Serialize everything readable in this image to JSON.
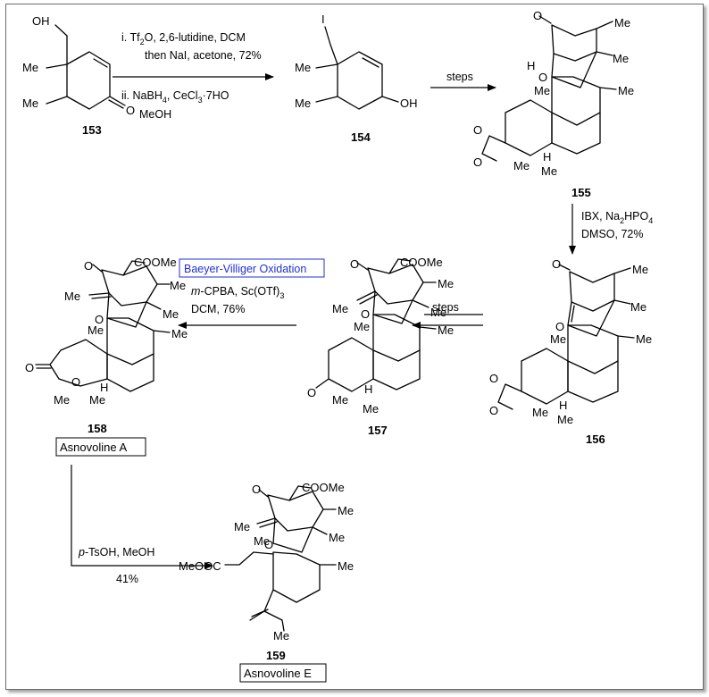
{
  "compounds": {
    "c153": {
      "label": "153"
    },
    "c154": {
      "label": "154"
    },
    "c155": {
      "label": "155"
    },
    "c156": {
      "label": "156"
    },
    "c157": {
      "label": "157"
    },
    "c158": {
      "label": "158",
      "name": "Asnovoline A"
    },
    "c159": {
      "label": "159",
      "name": "Asnovoline E"
    }
  },
  "atoms": {
    "oh": "OH",
    "o": "O",
    "me": "Me",
    "h": "H",
    "iodo": "I",
    "oh_right": "OH",
    "coome": "COOMe",
    "meooc": "MeOOC"
  },
  "reactions": {
    "r1": {
      "line1": "i. Tf",
      "line1_sub": "2",
      "line1_tail": "O, 2,6-lutidine, DCM",
      "line2": "then NaI, acetone, 72%",
      "line3": "ii. NaBH",
      "line3_sub": "4",
      "line3_tail": ", CeCl",
      "line3_sub2": "3",
      "line3_tail2": "·7HO",
      "line4": "MeOH"
    },
    "r2": {
      "line1": "steps"
    },
    "r3": {
      "line1": "IBX, Na",
      "line1_sub": "2",
      "line1_mid": "HPO",
      "line1_sub2": "4",
      "line2": "DMSO, 72%"
    },
    "r4": {
      "line1": "steps"
    },
    "r5": {
      "box": "Baeyer-Villiger Oxidation",
      "line2_pre": "m",
      "line2": "-CPBA, Sc(OTf)",
      "line2_sub": "3",
      "line3": "DCM, 76%"
    },
    "r6": {
      "line1_pre": "p",
      "line1": "-TsOH, MeOH",
      "line2": "41%"
    }
  },
  "colors": {
    "box_text": "#1f2fd6",
    "box_border": "#1f2fd6"
  }
}
